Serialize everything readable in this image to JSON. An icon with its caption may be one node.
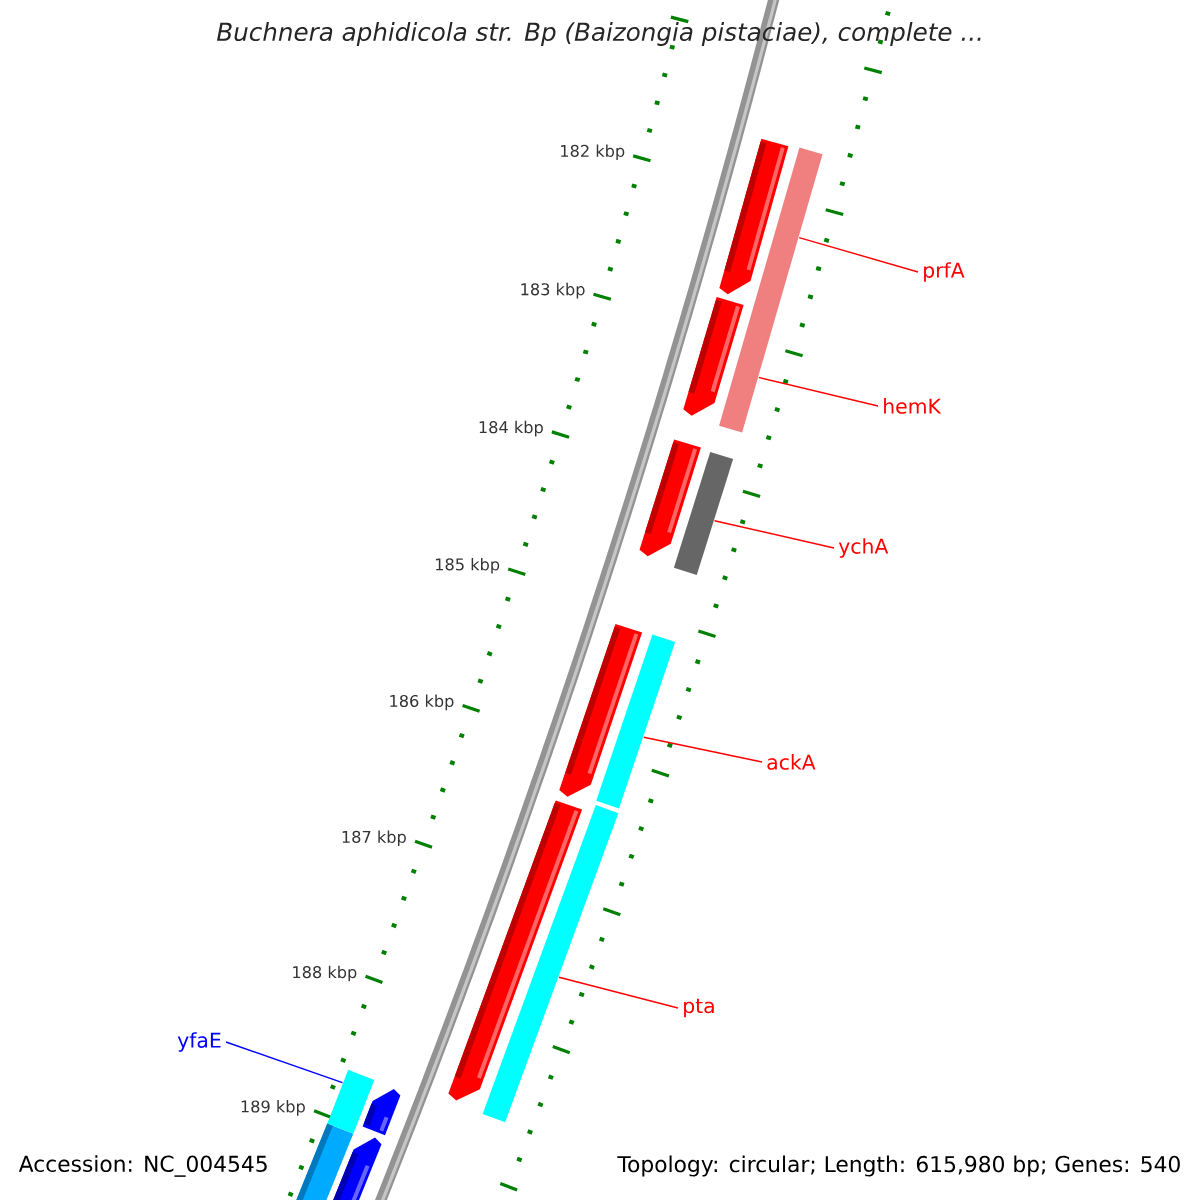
{
  "diagram": {
    "title": "Buchnera aphidicola str. Bp (Baizongia pistaciae), complete ...",
    "nodes": [
      {
        "text": [
          "prfA"
        ]
      },
      {
        "text": [
          "hemK"
        ]
      },
      {
        "text": [
          "ychA"
        ]
      },
      {
        "text": [
          "ackA"
        ]
      },
      {
        "text": [
          "pta"
        ]
      },
      {
        "text": [
          "yfaE"
        ]
      },
      {
        "text": [],
        "shape": "bar"
      },
      {
        "text": [],
        "shape": "bar"
      },
      {
        "text": [],
        "shape": "bar"
      },
      {
        "text": [],
        "shape": "bar"
      },
      {
        "text": [],
        "shape": "bar"
      }
    ],
    "edges": [
      {
        "from": 0,
        "to": 6,
        "arrow": "none"
      },
      {
        "from": 1,
        "to": 6,
        "arrow": "none"
      },
      {
        "from": 2,
        "to": 7,
        "arrow": "none"
      },
      {
        "from": 3,
        "to": 8,
        "arrow": "none"
      },
      {
        "from": 4,
        "to": 9,
        "arrow": "none"
      },
      {
        "from": 5,
        "to": 10,
        "arrow": "none",
        "color": "#0000ff"
      }
    ],
    "labels": [
      "182 kbp",
      "183 kbp",
      "184 kbp",
      "185 kbp",
      "186 kbp",
      "187 kbp",
      "188 kbp",
      "189 kbp",
      "Accession: NC_004545",
      "Topology: circular; Length: 615,980 bp; Genes: 540"
    ]
  }
}
